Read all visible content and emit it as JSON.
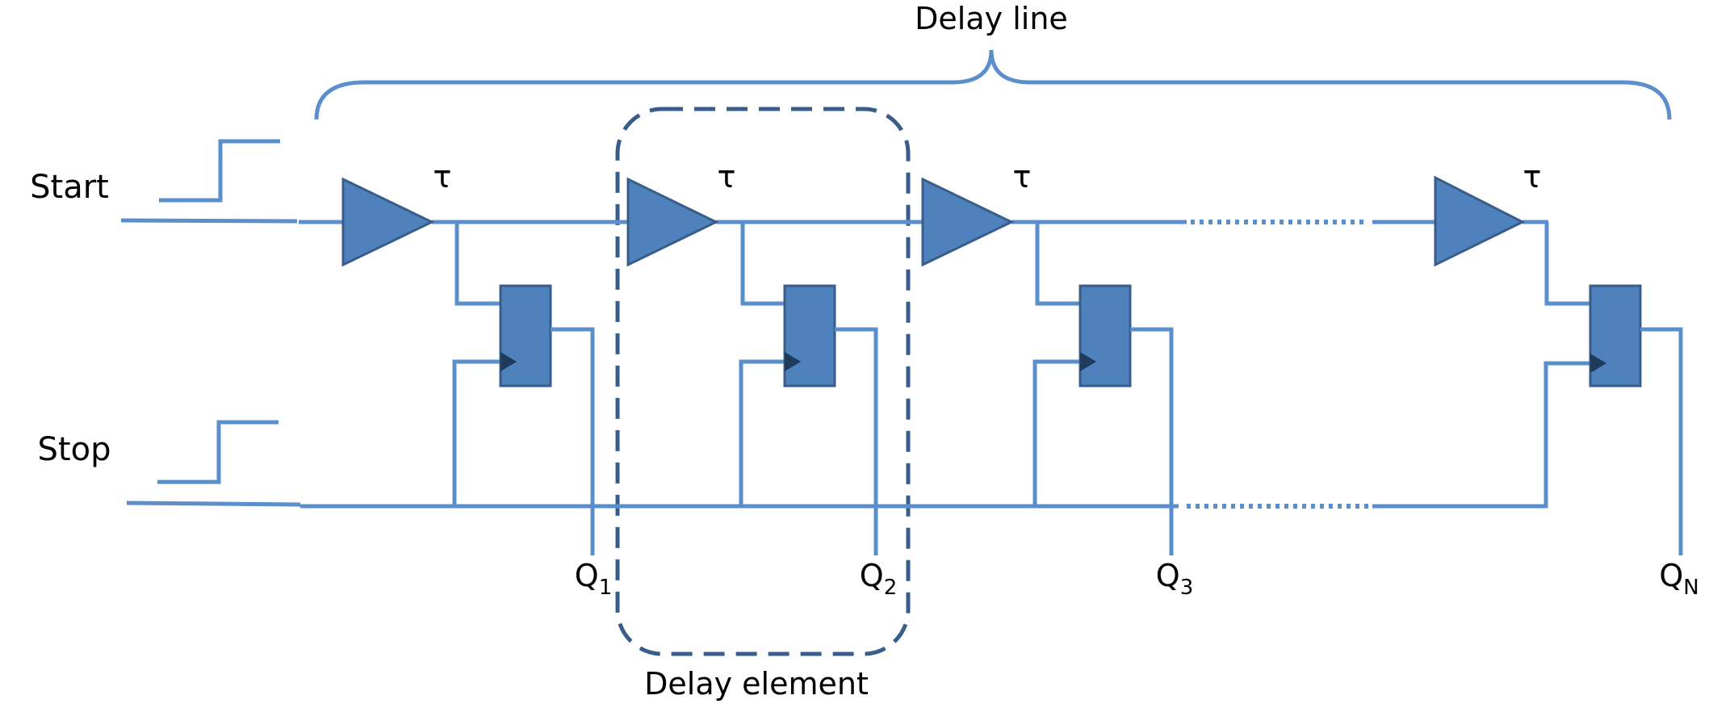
{
  "title": "Delay line",
  "element_label": "Delay element",
  "inputs": {
    "start": "Start",
    "stop": "Stop"
  },
  "stages": [
    {
      "delay": "τ",
      "output": "Q",
      "output_sub": "1"
    },
    {
      "delay": "τ",
      "output": "Q",
      "output_sub": "2"
    },
    {
      "delay": "τ",
      "output": "Q",
      "output_sub": "3"
    },
    {
      "delay": "τ",
      "output": "Q",
      "output_sub": "N"
    }
  ],
  "colors": {
    "wire": "#5b8fcc",
    "block_fill": "#4f81bd",
    "block_border": "#385d8a",
    "clock_marker": "#1f3b5c"
  }
}
